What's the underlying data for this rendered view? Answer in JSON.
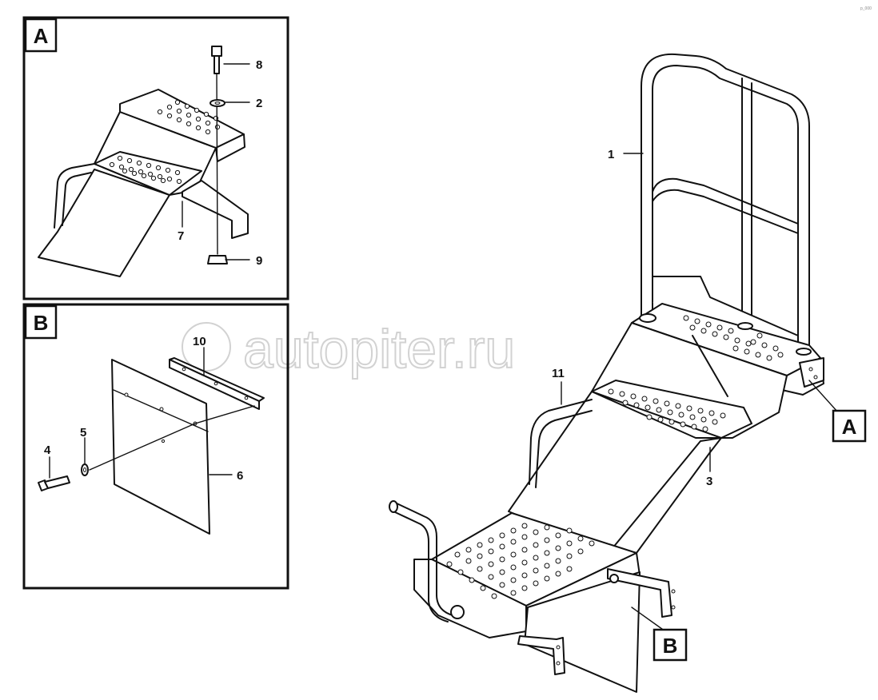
{
  "panel_a": {
    "label": "A",
    "callouts": [
      "8",
      "2",
      "7",
      "9"
    ]
  },
  "panel_b": {
    "label": "B",
    "callouts": [
      "10",
      "4",
      "5",
      "6"
    ]
  },
  "main": {
    "callouts": [
      "1",
      "11",
      "3"
    ],
    "ref_a": "A",
    "ref_b": "B"
  },
  "watermark": {
    "text": "autopiter.ru"
  },
  "corner_code": "p_000"
}
